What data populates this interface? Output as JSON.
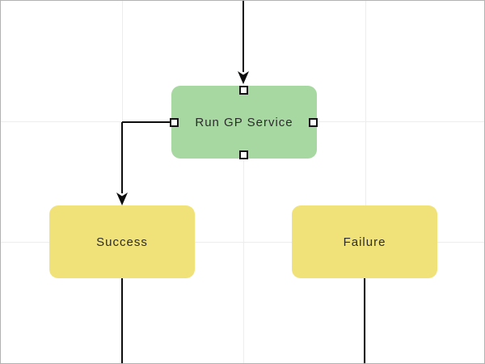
{
  "canvas": {
    "kind": "flowchart-diagram-canvas",
    "background": "#ffffff",
    "border_color": "#b2b2b2",
    "gridline_color": "#ededed",
    "connector_color": "#0d0d0d"
  },
  "nodes": {
    "run_gp_service": {
      "label": "Run GP Service",
      "fill": "#a8d8a2",
      "text_color": "#2c2c2c",
      "selected": true,
      "handles": [
        "top",
        "left",
        "right",
        "bottom"
      ]
    },
    "success": {
      "label": "Success",
      "fill": "#f0e279",
      "text_color": "#2c2c2c",
      "selected": false
    },
    "failure": {
      "label": "Failure",
      "fill": "#f0e279",
      "text_color": "#2c2c2c",
      "selected": false
    }
  },
  "connectors": [
    {
      "id": "incoming-top",
      "from": "canvas-top-edge",
      "to": "run_gp_service",
      "shape": "straight",
      "end": "arrow"
    },
    {
      "id": "gp-to-success",
      "from": "run_gp_service-left",
      "to": "success-top",
      "shape": "elbow",
      "end": "arrow"
    },
    {
      "id": "success-down",
      "from": "success-bottom",
      "to": "canvas-bottom-edge",
      "shape": "straight",
      "end": "none"
    },
    {
      "id": "failure-down",
      "from": "failure-bottom",
      "to": "canvas-bottom-edge",
      "shape": "straight",
      "end": "none"
    }
  ],
  "handle_style": {
    "fill": "#ffffff",
    "border": "#141414"
  }
}
